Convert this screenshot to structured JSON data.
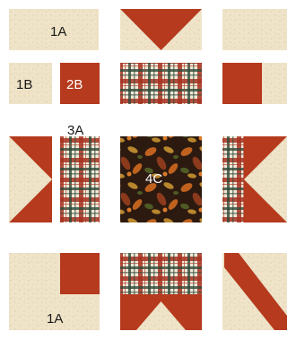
{
  "colors": {
    "cream": "#efe3c8",
    "cream_speck": "#dcc9a4",
    "red": "#b53a1e",
    "plaid_cream": "#f1e7d6",
    "plaid_red": "#a63221",
    "plaid_green": "#2f4a38",
    "floral_dark": "#2c1a10",
    "floral_orange": "#c0621e",
    "floral_rust": "#8b3a1c",
    "floral_gold": "#b8862d",
    "floral_green": "#4f5a25"
  },
  "labels": {
    "piece_1a_top": "1A",
    "piece_1b": "1B",
    "piece_2b": "2B",
    "piece_3a": "3A",
    "piece_4c": "4C",
    "piece_1a_bottom": "1A"
  }
}
